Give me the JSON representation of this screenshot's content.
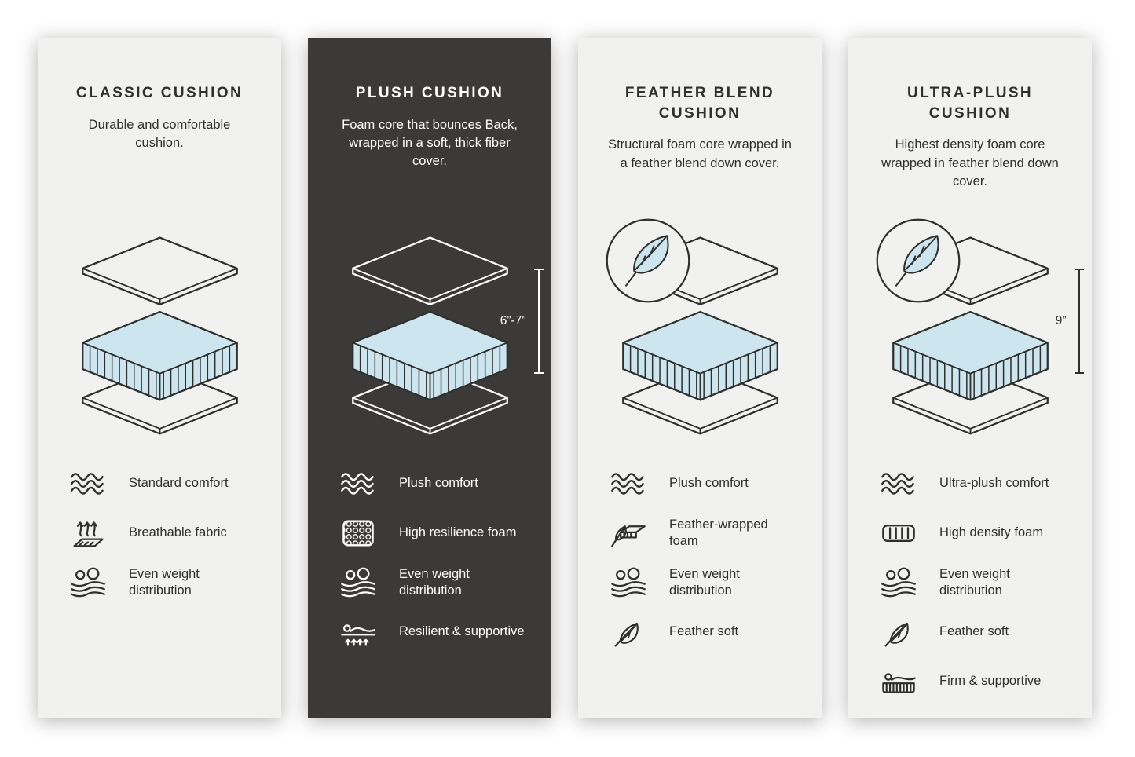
{
  "page_title": "Cushion comparison infographic",
  "colors": {
    "foam_blue": "#cde5ee",
    "dark_card_bg": "#3b3a38",
    "light_card_bg": "#f1f1ef",
    "text_dark": "#2f2f2e",
    "text_light": "#ffffff"
  },
  "cards": [
    {
      "title": "CLASSIC CUSHION",
      "description": "Durable and comfortable cushion.",
      "theme": "light",
      "features": [
        {
          "icon": "wave-icon",
          "label": "Standard comfort"
        },
        {
          "icon": "breathable-fabric-icon",
          "label": "Breathable fabric"
        },
        {
          "icon": "even-weight-icon",
          "label": "Even weight distribution"
        }
      ]
    },
    {
      "title": "PLUSH CUSHION",
      "description": "Foam core that bounces Back, wrapped in a soft, thick fiber cover.",
      "theme": "dark",
      "measurement": "6”-7”",
      "features": [
        {
          "icon": "wave-icon",
          "label": "Plush comfort"
        },
        {
          "icon": "honeycomb-foam-icon",
          "label": "High resilience foam"
        },
        {
          "icon": "even-weight-icon",
          "label": "Even weight distribution"
        },
        {
          "icon": "resilient-supportive-icon",
          "label": "Resilient & supportive"
        }
      ]
    },
    {
      "title": "FEATHER BLEND CUSHION",
      "description": "Structural foam core wrapped in a feather blend down cover.",
      "theme": "light",
      "feather_badge": true,
      "features": [
        {
          "icon": "wave-icon",
          "label": "Plush comfort"
        },
        {
          "icon": "feather-wrapped-foam-icon",
          "label": "Feather-wrapped foam"
        },
        {
          "icon": "even-weight-icon",
          "label": "Even weight distribution"
        },
        {
          "icon": "feather-icon",
          "label": "Feather soft"
        }
      ]
    },
    {
      "title": "ULTRA-PLUSH CUSHION",
      "description": "Highest density foam core wrapped in feather blend down cover.",
      "theme": "light",
      "feather_badge": true,
      "measurement": "9”",
      "features": [
        {
          "icon": "wave-icon",
          "label": "Ultra-plush comfort"
        },
        {
          "icon": "high-density-foam-icon",
          "label": "High density foam"
        },
        {
          "icon": "even-weight-icon",
          "label": "Even weight distribution"
        },
        {
          "icon": "feather-icon",
          "label": "Feather soft"
        },
        {
          "icon": "firm-supportive-icon",
          "label": "Firm & supportive"
        }
      ]
    }
  ]
}
